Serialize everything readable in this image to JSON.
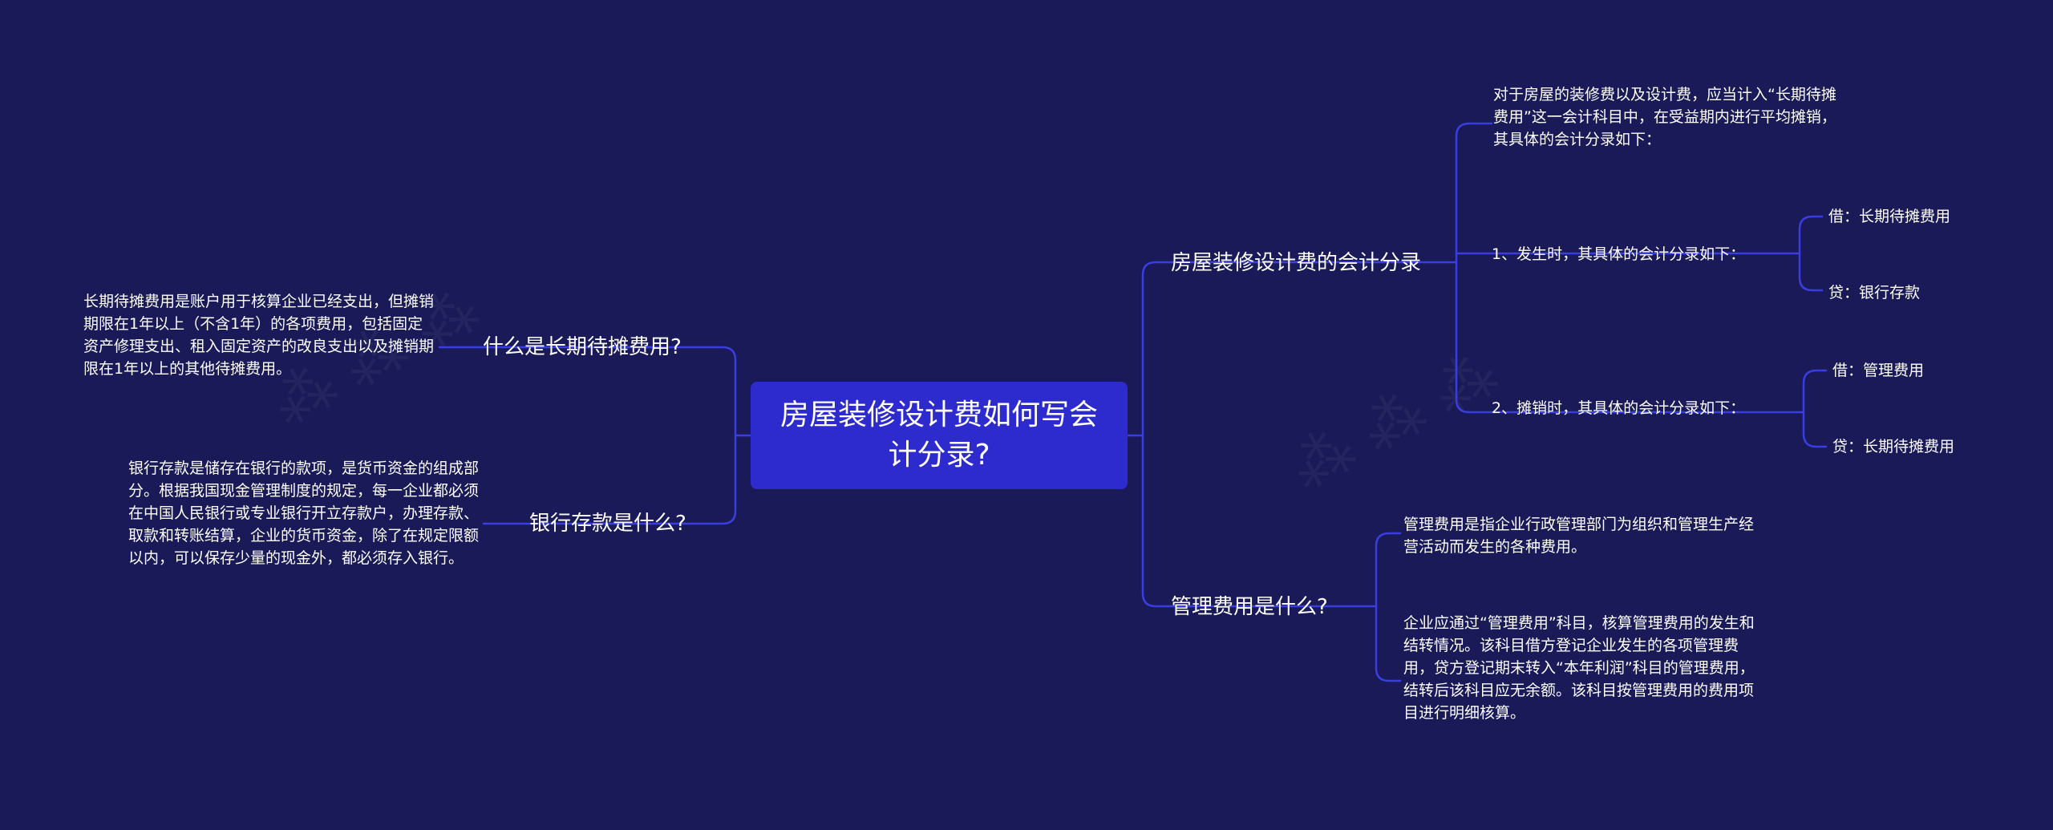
{
  "root": {
    "title": "房屋装修设计费如何写会计分录?"
  },
  "right_branches": [
    {
      "label": "房屋装修设计费的会计分录",
      "intro": "对于房屋的装修费以及设计费，应当计入“长期待摊费用”这一会计科目中，在受益期内进行平均摊销，其具体的会计分录如下：",
      "entries": [
        {
          "label": "1、发生时，其具体的会计分录如下：",
          "debit": "借：长期待摊费用",
          "credit": "贷：银行存款"
        },
        {
          "label": "2、摊销时，其具体的会计分录如下：",
          "debit": "借：管理费用",
          "credit": "贷：长期待摊费用"
        }
      ]
    },
    {
      "label": "管理费用是什么?",
      "details": [
        "管理费用是指企业行政管理部门为组织和管理生产经营活动而发生的各种费用。",
        "企业应通过“管理费用”科目，核算管理费用的发生和结转情况。该科目借方登记企业发生的各项管理费用，贷方登记期末转入“本年利润”科目的管理费用，结转后该科目应无余额。该科目按管理费用的费用项目进行明细核算。"
      ]
    }
  ],
  "left_branches": [
    {
      "label": "什么是长期待摊费用?",
      "detail": "长期待摊费用是账户用于核算企业已经支出，但摊销期限在1年以上（不含1年）的各项费用，包括固定资产修理支出、租入固定资产的改良支出以及摊销期限在1年以上的其他待摊费用。"
    },
    {
      "label": "银行存款是什么?",
      "detail": "银行存款是储存在银行的款项，是货币资金的组成部分。根据我国现金管理制度的规定，每一企业都必须在中国人民银行或专业银行开立存款户，办理存款、取款和转账结算，企业的货币资金，除了在规定限额以内，可以保存少量的现金外，都必须存入银行。"
    }
  ],
  "colors": {
    "background": "#191a57",
    "root_fill": "#2e2bce",
    "connector": "#3a3ee0",
    "text": "#ffffff"
  }
}
